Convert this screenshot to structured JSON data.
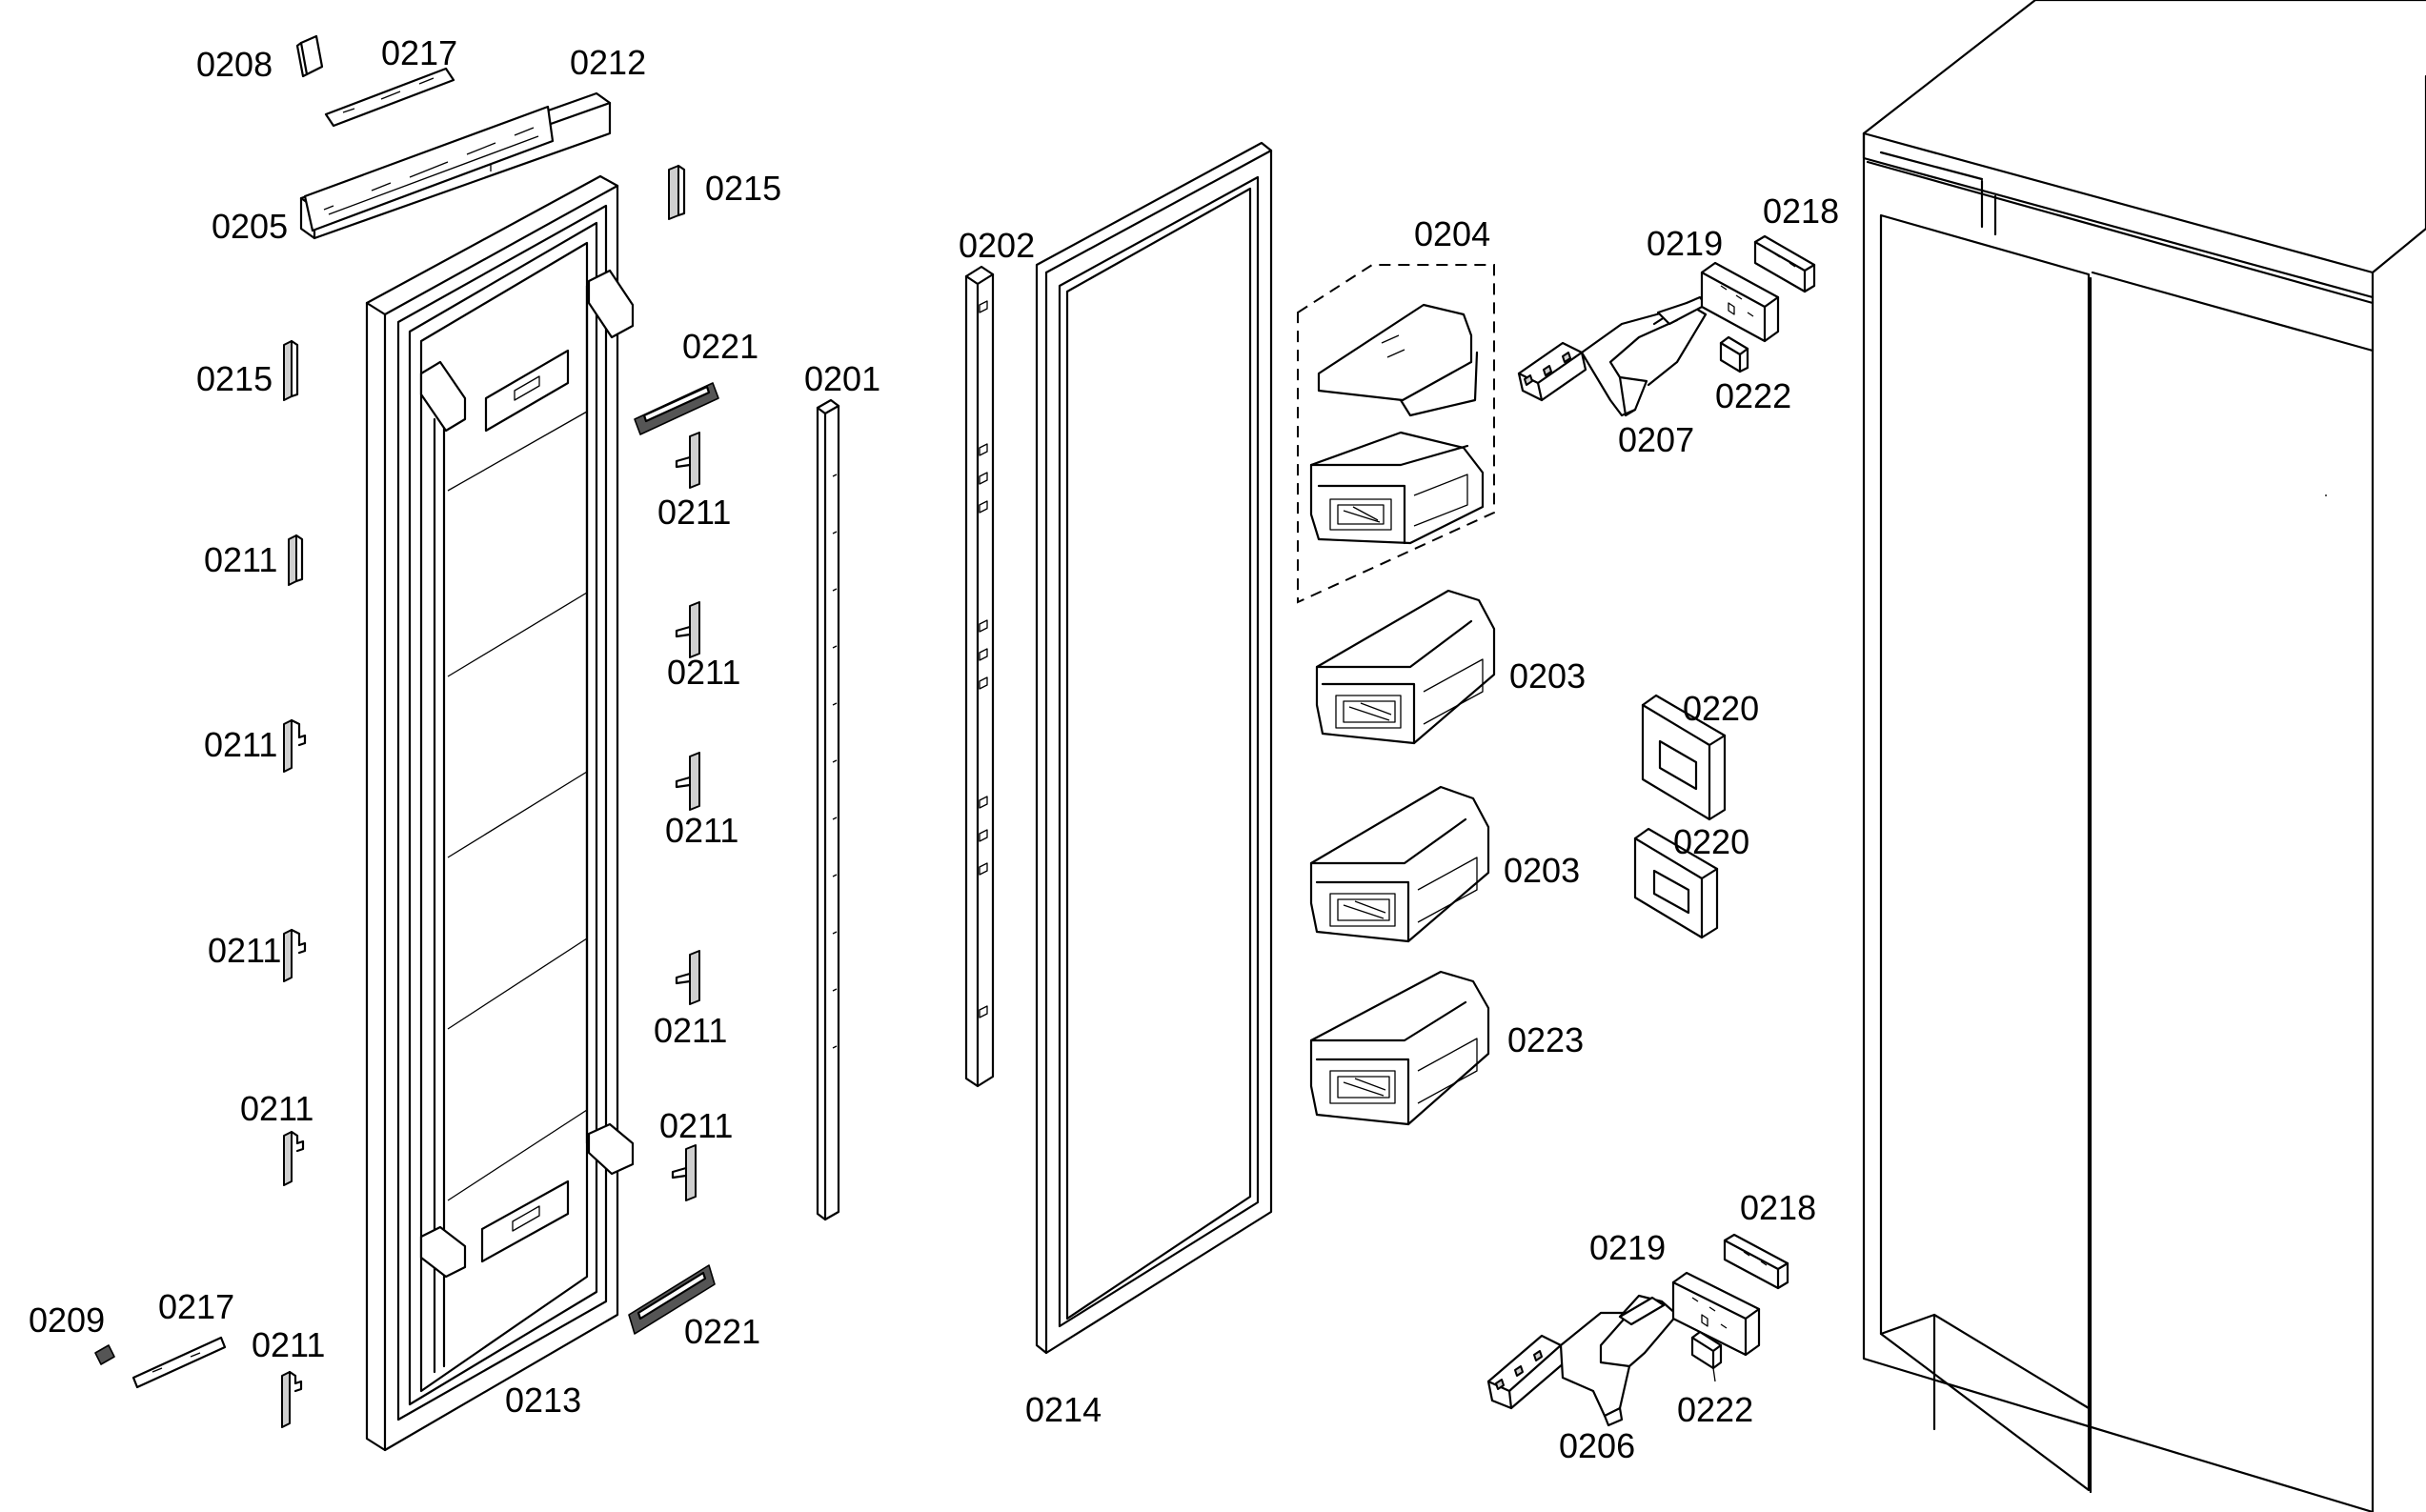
{
  "diagram": {
    "labels": {
      "p0208": "0208",
      "p0217_top": "0217",
      "p0212": "0212",
      "p0205": "0205",
      "p0215_right": "0215",
      "p0215_left": "0215",
      "p0221_top": "0221",
      "p0201": "0201",
      "p0202": "0202",
      "p0204": "0204",
      "p0219_top": "0219",
      "p0218_top": "0218",
      "p0222_top": "0222",
      "p0207": "0207",
      "p0211_l1": "0211",
      "p0211_l2": "0211",
      "p0211_l3": "0211",
      "p0211_l4": "0211",
      "p0211_l5": "0211",
      "p0211_r1": "0211",
      "p0211_r2": "0211",
      "p0211_r3": "0211",
      "p0211_r4": "0211",
      "p0211_r5": "0211",
      "p0203_a": "0203",
      "p0203_b": "0203",
      "p0220_a": "0220",
      "p0220_b": "0220",
      "p0223": "0223",
      "p0209": "0209",
      "p0217_bottom": "0217",
      "p0221_bottom": "0221",
      "p0213": "0213",
      "p0214": "0214",
      "p0218_bottom": "0218",
      "p0219_bottom": "0219",
      "p0222_bottom": "0222",
      "p0206": "0206"
    }
  }
}
